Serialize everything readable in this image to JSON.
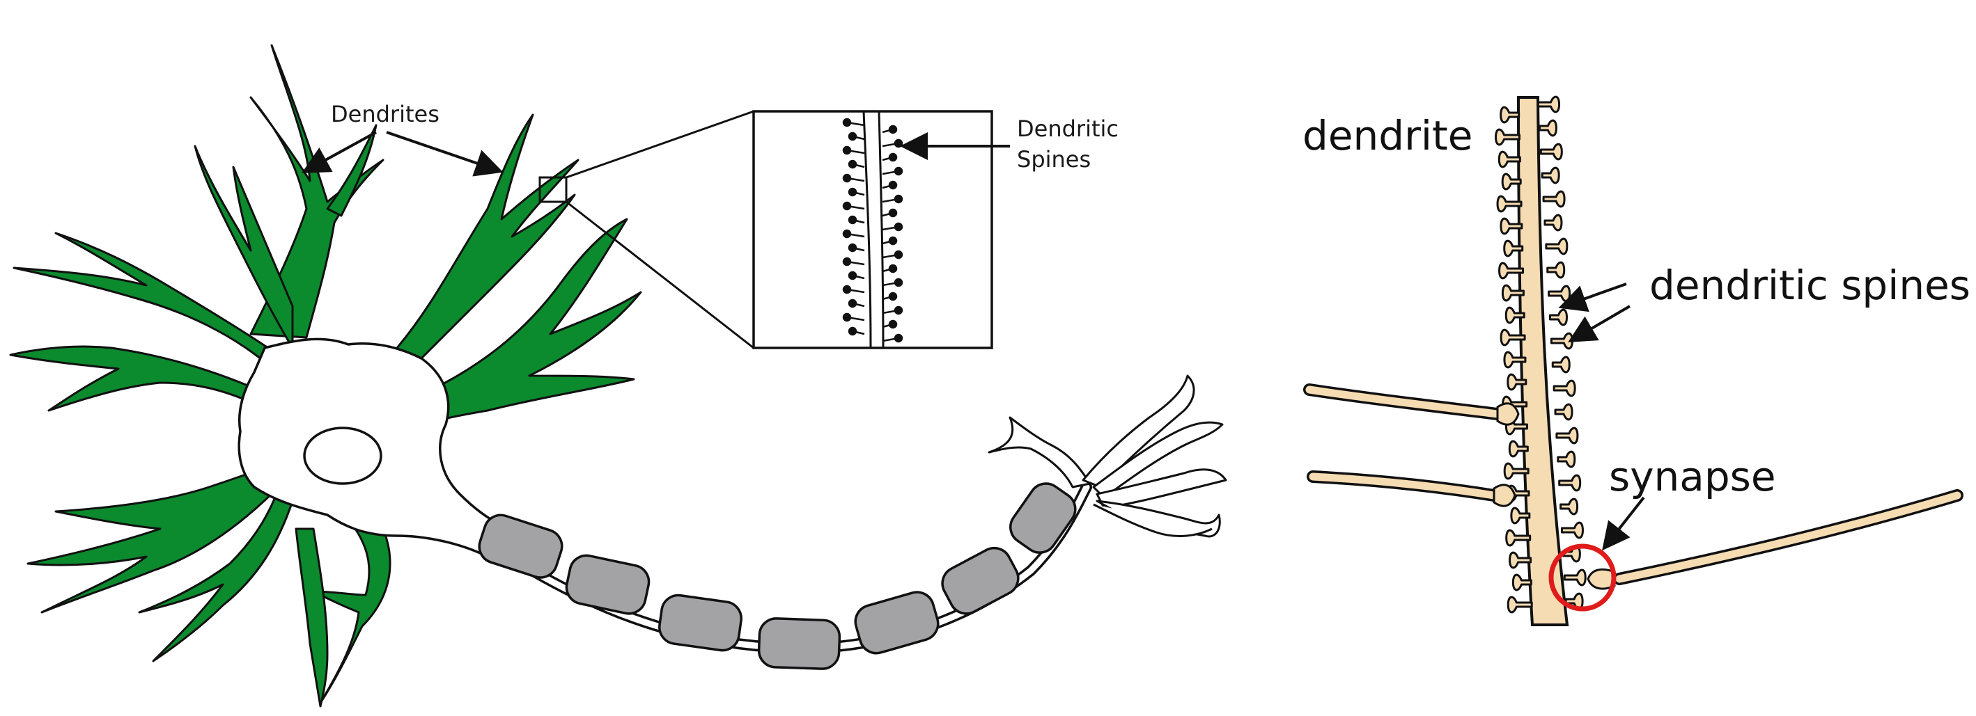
{
  "left_diagram": {
    "dendrites_label": "Dendrites",
    "inset_label_line1": "Dendritic",
    "inset_label_line2": "Spines"
  },
  "right_diagram": {
    "dendrite_label": "dendrite",
    "spines_label": "dendritic spines",
    "synapse_label": "synapse"
  },
  "colors": {
    "dendrite_green": "#0c8a2e",
    "myelin_gray": "#a3a3a6",
    "right_dendrite_tan": "#f6dcb3",
    "synapse_circle": "#e01b1b",
    "outline": "#111111"
  }
}
